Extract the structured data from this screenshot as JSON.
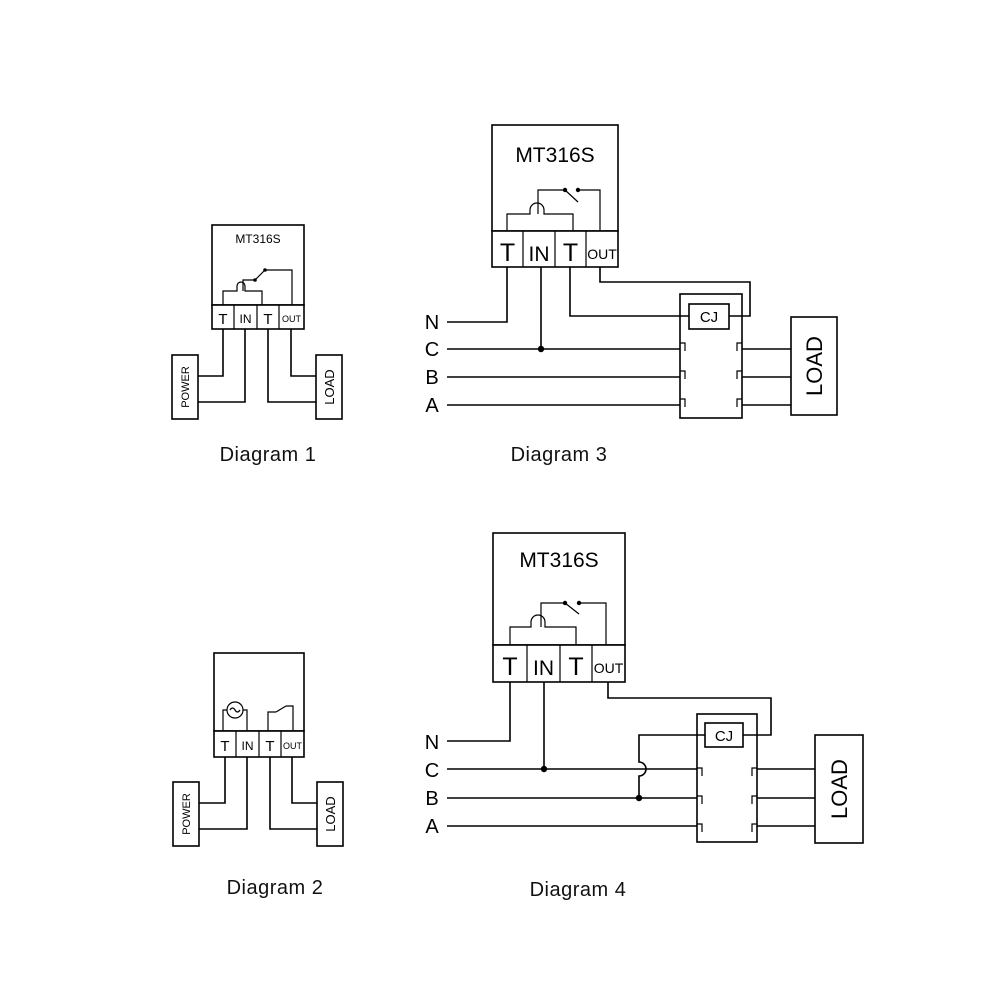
{
  "model": "MT316S",
  "terminals": [
    "T",
    "IN",
    "T",
    "OUT"
  ],
  "power_label": "POWER",
  "load_label": "LOAD",
  "contactor_label": "CJ",
  "phase_lines": [
    "N",
    "C",
    "B",
    "A"
  ],
  "captions": {
    "d1": "Diagram 1",
    "d2": "Diagram 2",
    "d3": "Diagram 3",
    "d4": "Diagram 4"
  }
}
